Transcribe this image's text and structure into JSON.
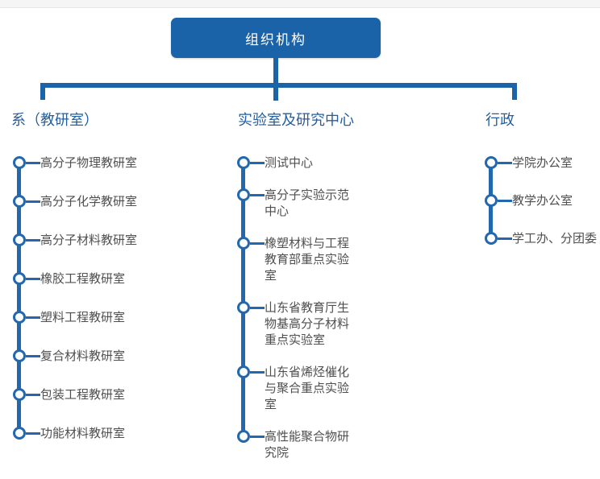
{
  "colors": {
    "primary_blue": "#1b63a8",
    "line_blue": "#2268ae",
    "header_blue": "#235fa0",
    "item_text": "#4f4f4f",
    "topbar_gray": "#f5f5f5"
  },
  "root": {
    "label": "组织机构"
  },
  "columns": [
    {
      "id": "departments",
      "header": "系（教研室）",
      "items": [
        "高分子物理教研室",
        "高分子化学教研室",
        "高分子材料教研室",
        "橡胶工程教研室",
        "塑料工程教研室",
        "复合材料教研室",
        "包装工程教研室",
        "功能材料教研室"
      ]
    },
    {
      "id": "labs-research-centers",
      "header": "实验室及研究中心",
      "items": [
        "测试中心",
        "高分子实验示范中心",
        "橡塑材料与工程教育部重点实验室",
        "山东省教育厅生物基高分子材料重点实验室",
        "山东省烯烃催化与聚合重点实验室",
        "高性能聚合物研究院"
      ]
    },
    {
      "id": "administration",
      "header": "行政",
      "items": [
        "学院办公室",
        "教学办公室",
        "学工办、分团委"
      ]
    }
  ]
}
